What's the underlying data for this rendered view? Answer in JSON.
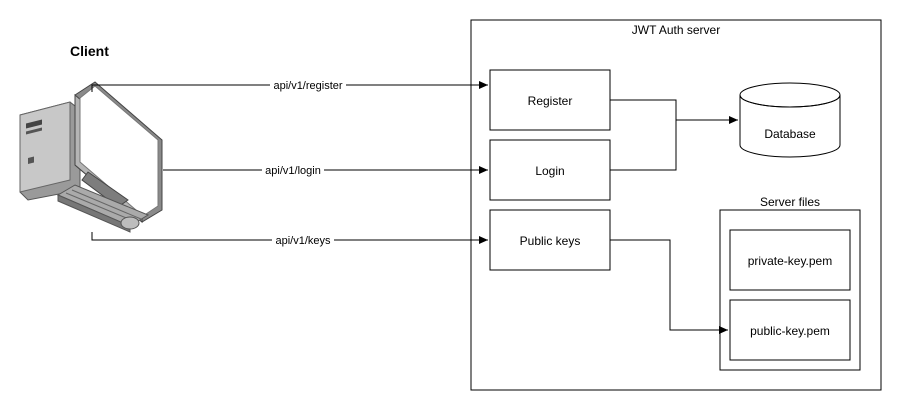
{
  "client": {
    "label": "Client"
  },
  "server": {
    "title": "JWT Auth server",
    "nodes": {
      "register": "Register",
      "login": "Login",
      "public_keys": "Public keys"
    }
  },
  "database": {
    "label": "Database"
  },
  "server_files": {
    "title": "Server files",
    "private_key": "private-key.pem",
    "public_key": "public-key.pem"
  },
  "edges": {
    "register": "api/v1/register",
    "login": "api/v1/login",
    "keys": "api/v1/keys"
  }
}
